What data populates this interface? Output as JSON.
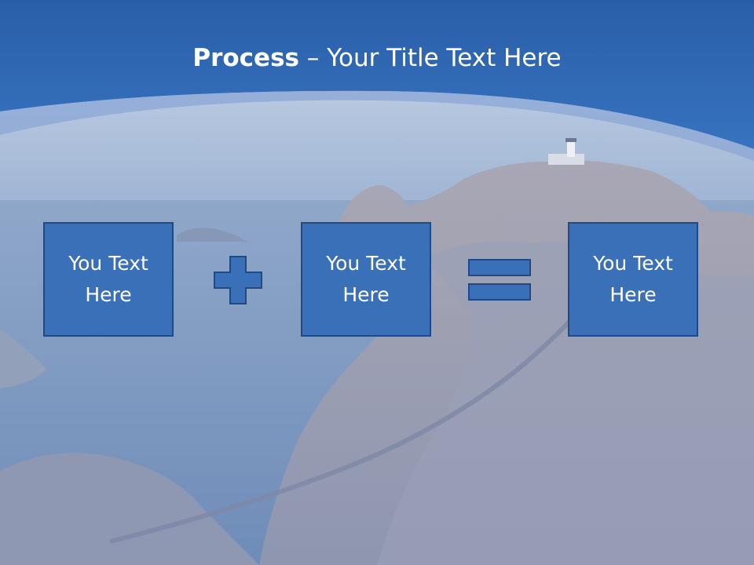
{
  "slide": {
    "title_bold": "Process",
    "title_separator": " – ",
    "title_rest": "Your Title Text Here",
    "boxes": [
      {
        "text": "You Text Here"
      },
      {
        "text": "You Text Here"
      },
      {
        "text": "You Text Here"
      }
    ],
    "operators": [
      "plus-icon",
      "equals-icon"
    ]
  },
  "colors": {
    "header_blue": "#2f66b0",
    "box_fill": "#3a70b8",
    "box_border": "#1f4a84",
    "text": "#ffffff"
  }
}
